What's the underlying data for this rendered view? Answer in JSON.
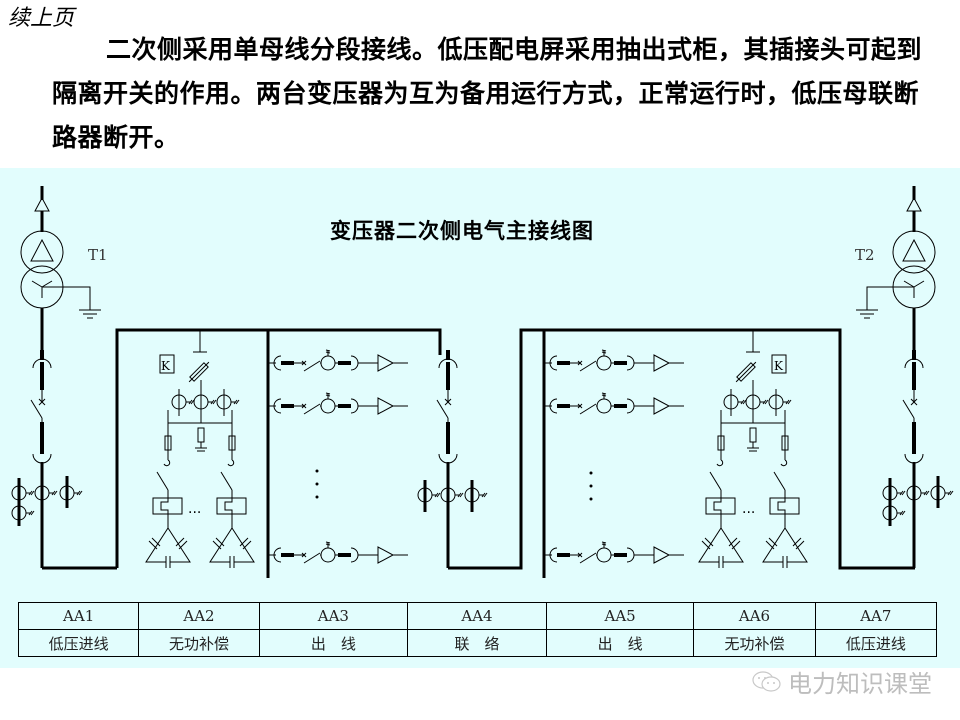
{
  "header": {
    "continued_label": "续上页",
    "paragraph": "二次侧采用单母线分段接线。低压配电屏采用抽出式柜，其插接头可起到隔离开关的作用。两台变压器为互为备用运行方式，正常运行时，低压母联断路器断开。"
  },
  "diagram": {
    "title": "变压器二次侧电气主接线图",
    "transformers": [
      {
        "label": "T1"
      },
      {
        "label": "T2"
      }
    ],
    "capacitor_cabinet_label": "K",
    "ellipsis": "· · ·",
    "background_color": "#e2fdfd",
    "line_color": "#000000"
  },
  "cabinet_table": {
    "ids": [
      "AA1",
      "AA2",
      "AA3",
      "AA4",
      "AA5",
      "AA6",
      "AA7"
    ],
    "functions": [
      "低压进线",
      "无功补偿",
      "出　线",
      "联　络",
      "出　线",
      "无功补偿",
      "低压进线"
    ]
  },
  "watermark": {
    "text": "电力知识课堂",
    "icon": "wechat-icon"
  }
}
